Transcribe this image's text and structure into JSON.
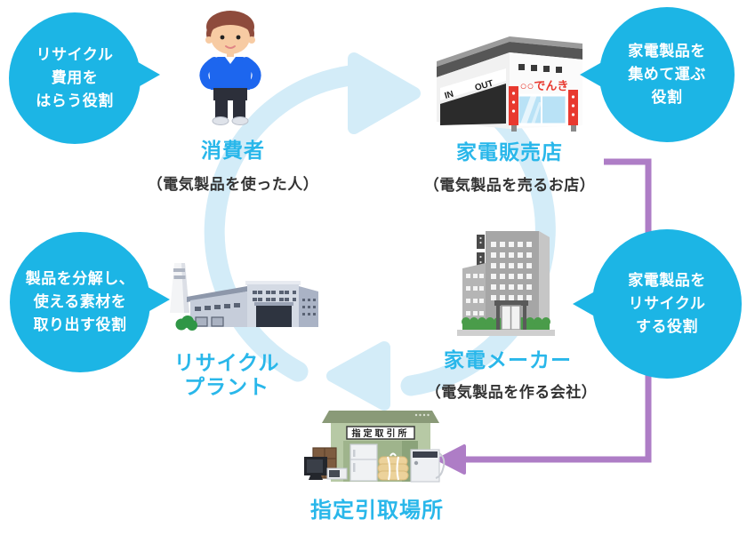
{
  "colors": {
    "bubble_cyan": "#1cb5e5",
    "label_cyan": "#29b7ea",
    "cycle_ring_blue": "#d3ecf8",
    "handover_purple": "#ae7dc6",
    "store_sign_red": "#e8392f"
  },
  "cycle": {
    "direction": "clockwise",
    "order": [
      "consumer",
      "retailer",
      "maker",
      "plant"
    ]
  },
  "bubbles": [
    {
      "id": "pay-fee",
      "lines": [
        "リサイクル",
        "費用を",
        "はらう役割"
      ]
    },
    {
      "id": "collect",
      "lines": [
        "家電製品を",
        "集めて運ぶ",
        "役割"
      ]
    },
    {
      "id": "recycle",
      "lines": [
        "家電製品を",
        "リサイクル",
        "する役割"
      ]
    },
    {
      "id": "dismantle",
      "lines": [
        "製品を分解し、",
        "使える素材を",
        "取り出す役割"
      ]
    }
  ],
  "nodes": {
    "consumer": {
      "label": "消費者",
      "sublabel": "（電気製品を使った人）"
    },
    "retailer": {
      "label": "家電販売店",
      "sublabel": "（電気製品を売るお店）"
    },
    "maker": {
      "label": "家電メーカー",
      "sublabel": "（電気製品を作る会社）"
    },
    "plant": {
      "label_line1": "リサイクル",
      "label_line2": "プラント"
    },
    "pickup": {
      "label": "指定引取場所"
    }
  },
  "illustrations": {
    "store": {
      "in": "IN",
      "out": "OUT",
      "sign": "○○でんき"
    },
    "pickup_sign": "指定取引所"
  }
}
